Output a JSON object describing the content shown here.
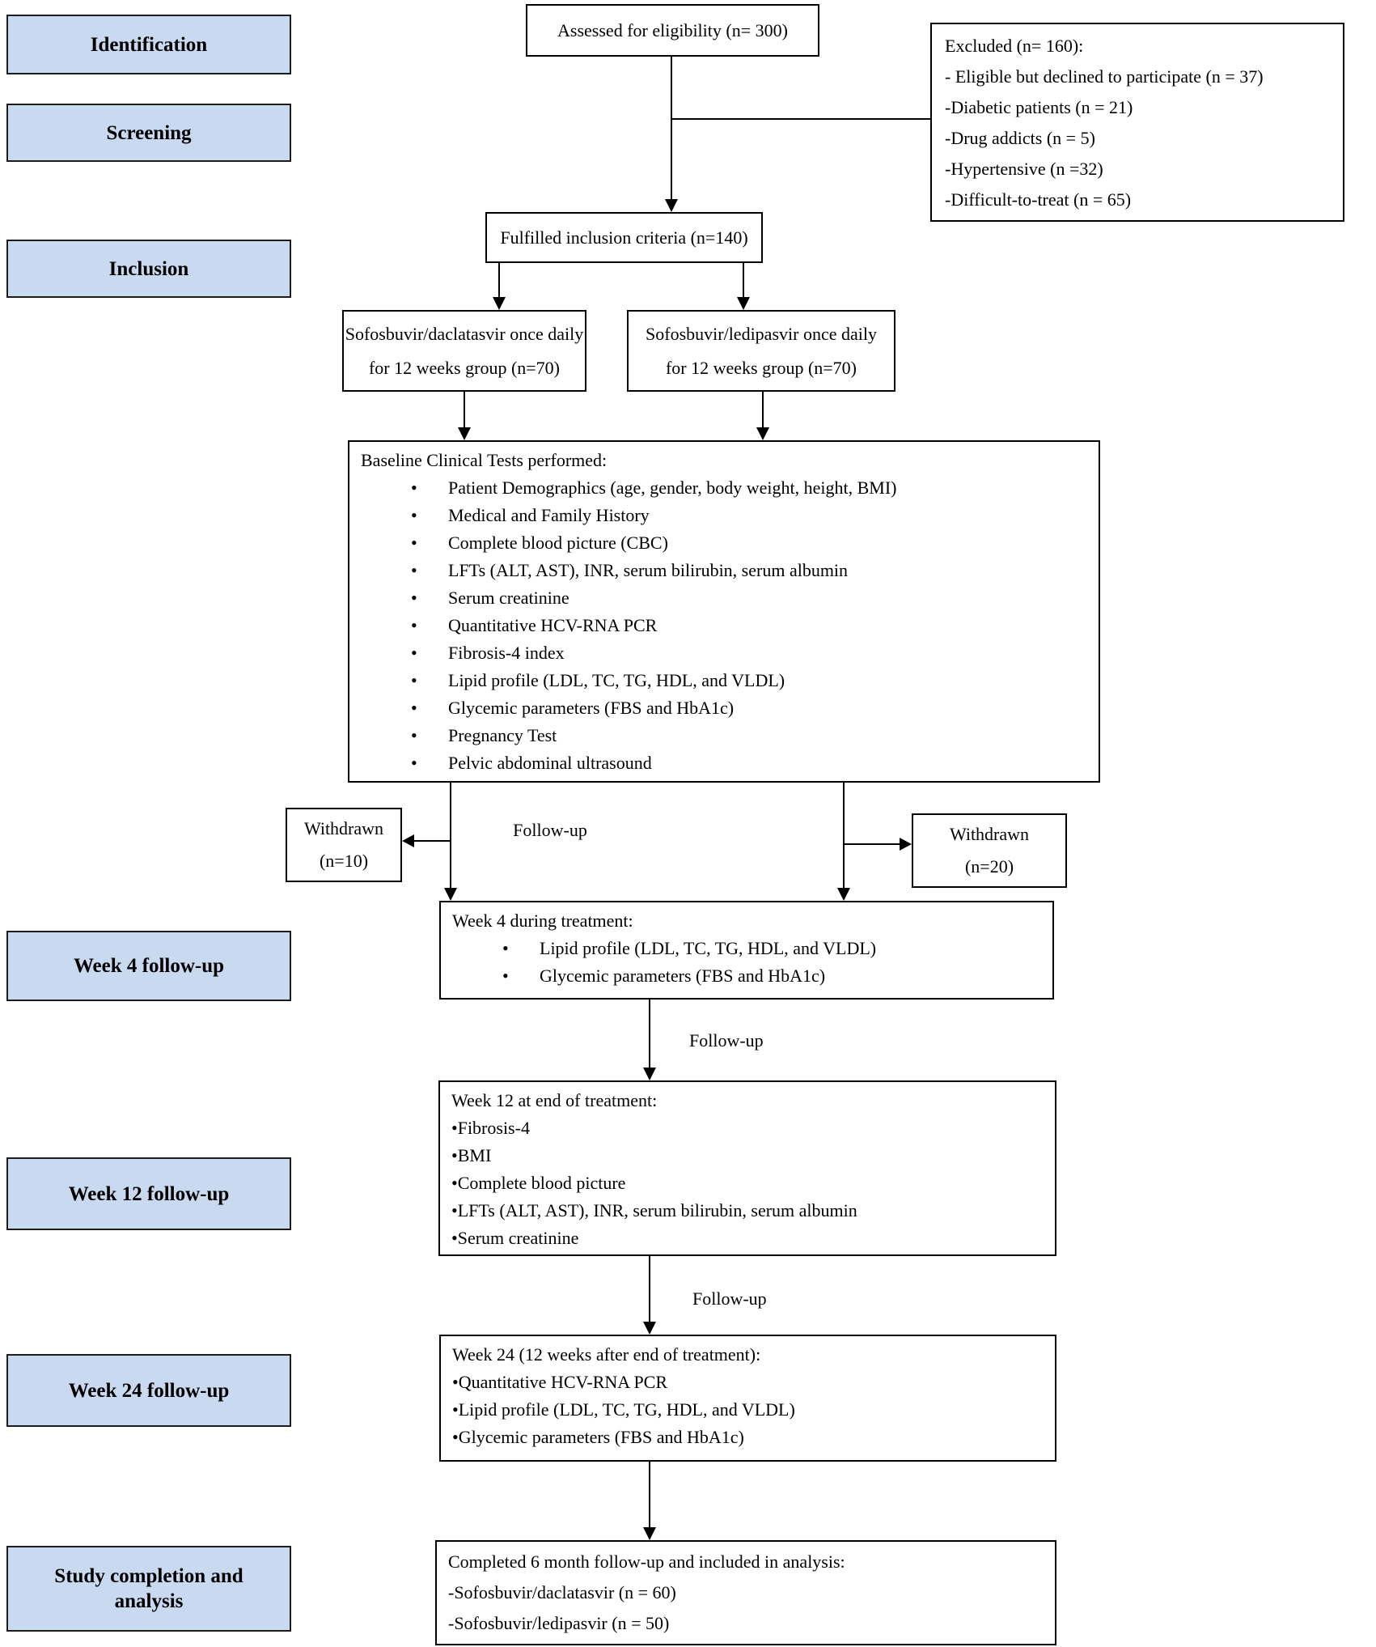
{
  "colors": {
    "sidebar_fill": "#c9d9f0",
    "border": "#000000",
    "box_fill": "#ffffff"
  },
  "sidebar": {
    "items": [
      {
        "label": "Identification"
      },
      {
        "label": "Screening"
      },
      {
        "label": "Inclusion"
      },
      {
        "label": "Week 4 follow-up"
      },
      {
        "label": "Week 12 follow-up"
      },
      {
        "label": "Week 24 follow-up"
      },
      {
        "label": "Study completion and analysis"
      }
    ]
  },
  "flow": {
    "assessed": {
      "text": "Assessed for eligibility (n= 300)"
    },
    "excluded": {
      "title": "Excluded (n= 160):",
      "items": [
        "- Eligible but declined to participate (n = 37)",
        "-Diabetic patients (n = 21)",
        "-Drug addicts (n = 5)",
        "-Hypertensive (n =32)",
        "-Difficult-to-treat (n = 65)"
      ]
    },
    "fulfilled": {
      "text": "Fulfilled inclusion criteria (n=140)"
    },
    "group_left": {
      "line1": "Sofosbuvir/daclatasvir once daily",
      "line2": "for 12 weeks group (n=70)"
    },
    "group_right": {
      "line1": "Sofosbuvir/ledipasvir once daily",
      "line2": "for 12 weeks group (n=70)"
    },
    "baseline": {
      "title": "Baseline Clinical Tests performed:",
      "items": [
        "Patient Demographics (age, gender, body weight, height, BMI)",
        "Medical and Family History",
        "Complete blood picture (CBC)",
        "LFTs (ALT, AST), INR, serum bilirubin, serum albumin",
        "Serum creatinine",
        "Quantitative HCV-RNA PCR",
        "Fibrosis-4 index",
        "Lipid profile (LDL, TC, TG, HDL, and VLDL)",
        "Glycemic parameters (FBS and HbA1c)",
        "Pregnancy Test",
        "Pelvic abdominal ultrasound"
      ]
    },
    "withdrawn_left": {
      "line1": "Withdrawn",
      "line2": "(n=10)"
    },
    "withdrawn_right": {
      "line1": "Withdrawn",
      "line2": "(n=20)"
    },
    "followup_label_1": "Follow-up",
    "followup_label_2": "Follow-up",
    "followup_label_3": "Follow-up",
    "week4": {
      "title": "Week 4 during treatment:",
      "items": [
        "Lipid profile (LDL, TC, TG, HDL, and VLDL)",
        "Glycemic parameters (FBS and HbA1c)"
      ]
    },
    "week12": {
      "title": "Week 12 at end of treatment:",
      "items": [
        "Fibrosis-4",
        "BMI",
        "Complete blood picture",
        "LFTs (ALT, AST), INR, serum bilirubin, serum albumin",
        "Serum creatinine"
      ]
    },
    "week24": {
      "title": "Week 24 (12 weeks after end of treatment):",
      "items": [
        "Quantitative HCV-RNA PCR",
        "Lipid profile (LDL, TC, TG, HDL, and VLDL)",
        "Glycemic parameters (FBS and HbA1c)"
      ]
    },
    "completion": {
      "title": "Completed 6 month follow-up and included in analysis:",
      "items": [
        "-Sofosbuvir/daclatasvir (n = 60)",
        "-Sofosbuvir/ledipasvir (n = 50)"
      ]
    }
  }
}
